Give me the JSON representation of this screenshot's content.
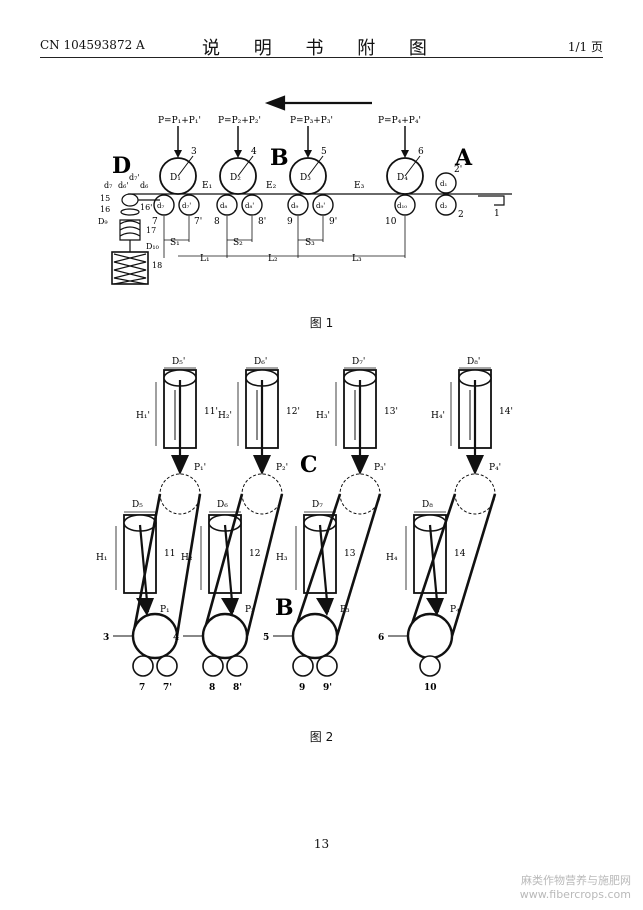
{
  "header": {
    "left": "CN 104593872 A",
    "center": "说 明 书 附 图",
    "right": "1/1 页"
  },
  "figure1": {
    "caption": "图 1",
    "section_labels": [
      "D",
      "B",
      "A"
    ],
    "pressures": [
      "P=P₁+P₁'",
      "P=P₂+P₂'",
      "P=P₃+P₃'",
      "P=P₄+P₄'"
    ],
    "top_rollers": [
      {
        "d": "D₁",
        "n": "3"
      },
      {
        "d": "D₂",
        "n": "4"
      },
      {
        "d": "D₃",
        "n": "5"
      },
      {
        "d": "D₄",
        "n": "6"
      }
    ],
    "bottom_labels": [
      "d₇",
      "d₇'",
      "d₈",
      "d₈'",
      "d₉",
      "d₉'",
      "d₁₀"
    ],
    "bottom_nums": [
      "7",
      "7'",
      "8",
      "8'",
      "9",
      "9'",
      "10"
    ],
    "gaps": [
      "E₁",
      "E₂",
      "E₃"
    ],
    "spacings": [
      "S₁",
      "S₂",
      "S₃"
    ],
    "lengths": [
      "L₁",
      "L₂",
      "L₃"
    ],
    "feed": {
      "d_top": "d₁",
      "d_bot": "d₂",
      "n_top": "2'",
      "n_bot": "2",
      "n_tray": "1"
    },
    "coil": {
      "left_labels": [
        "d₇",
        "15",
        "16",
        "D₉"
      ],
      "top_labels": [
        "d₇'",
        "d₆'",
        "d₆"
      ],
      "mid_labels": [
        "16'",
        "17",
        "D₁₀",
        "18"
      ]
    }
  },
  "figure2": {
    "caption": "图 2",
    "section_labels": [
      "C",
      "B"
    ],
    "upper_cylinders": [
      {
        "d": "D₅'",
        "h": "H₁'",
        "n": "11'",
        "p": "P₁'"
      },
      {
        "d": "D₆'",
        "h": "H₂'",
        "n": "12'",
        "p": "P₂'"
      },
      {
        "d": "D₇'",
        "h": "H₃'",
        "n": "13'",
        "p": "P₃'"
      },
      {
        "d": "D₈'",
        "h": "H₄'",
        "n": "14'",
        "p": "P₄'"
      }
    ],
    "lower_cylinders": [
      {
        "d": "D₅",
        "h": "H₁",
        "n": "11",
        "p": "P₁"
      },
      {
        "d": "D₆",
        "h": "H₂",
        "n": "12",
        "p": "P₂"
      },
      {
        "d": "D₇",
        "h": "H₃",
        "n": "13",
        "p": "P₃"
      },
      {
        "d": "D₈",
        "h": "H₄",
        "n": "14",
        "p": "P₄"
      }
    ],
    "rollers": [
      "3",
      "4",
      "5",
      "6"
    ],
    "bottom": [
      [
        "7",
        "7'"
      ],
      [
        "8",
        "8'"
      ],
      [
        "9",
        "9'"
      ],
      [
        "10"
      ]
    ]
  },
  "page_number": "13",
  "watermark": {
    "line1": "麻类作物营养与施肥网",
    "line2": "www.fibercrops.com"
  }
}
